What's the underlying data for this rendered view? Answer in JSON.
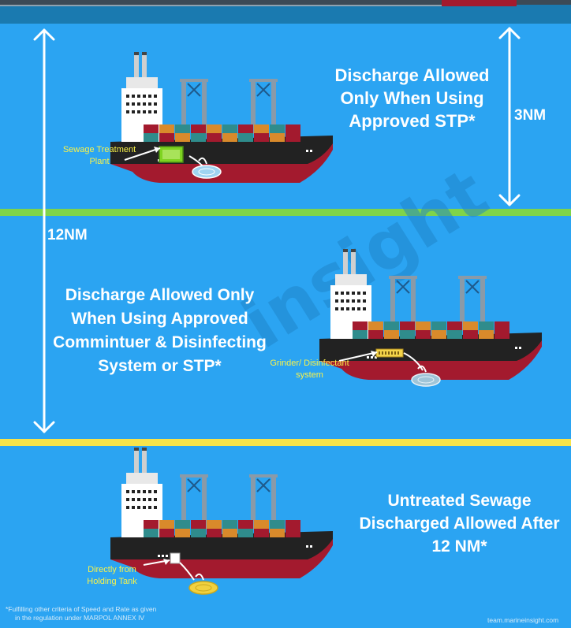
{
  "zones": {
    "near": {
      "heading_lines": [
        "Discharge Allowed",
        "Only When Using",
        "Approved STP*"
      ],
      "distance": "3NM",
      "equipment_lines": [
        "Sewage Treatment",
        "Plant"
      ]
    },
    "middle": {
      "heading_lines": [
        "Discharge Allowed Only",
        "When Using Approved",
        "Commintuer & Disinfecting",
        "System or STP*"
      ],
      "distance": "12NM",
      "equipment_lines": [
        "Grinder/ Disinfectant",
        "system"
      ]
    },
    "far": {
      "heading_lines": [
        "Untreated Sewage",
        "Discharged Allowed After",
        "12 NM*"
      ],
      "equipment_lines": [
        "Directly from",
        "Holding Tank"
      ]
    }
  },
  "footnote_lines": [
    "*Fulfilling other criteria of Speed and Rate as given",
    "in the regulation under MARPOL ANNEX IV"
  ],
  "credit": "team.marineinsight.com",
  "watermark": {
    "text": "insight"
  },
  "colors": {
    "sea": "#2ba4f2",
    "divider_3nm": "#7fd44a",
    "divider_12nm": "#f7e34a",
    "hull_red": "#a31a2e",
    "hull_black": "#222222",
    "label_yellow": "#f8f24a"
  },
  "icons": [
    "sewage-plant-icon",
    "grinder-icon",
    "holding-tank-icon",
    "discharge-puddle-icon",
    "ship-icon",
    "double-arrow-icon"
  ]
}
